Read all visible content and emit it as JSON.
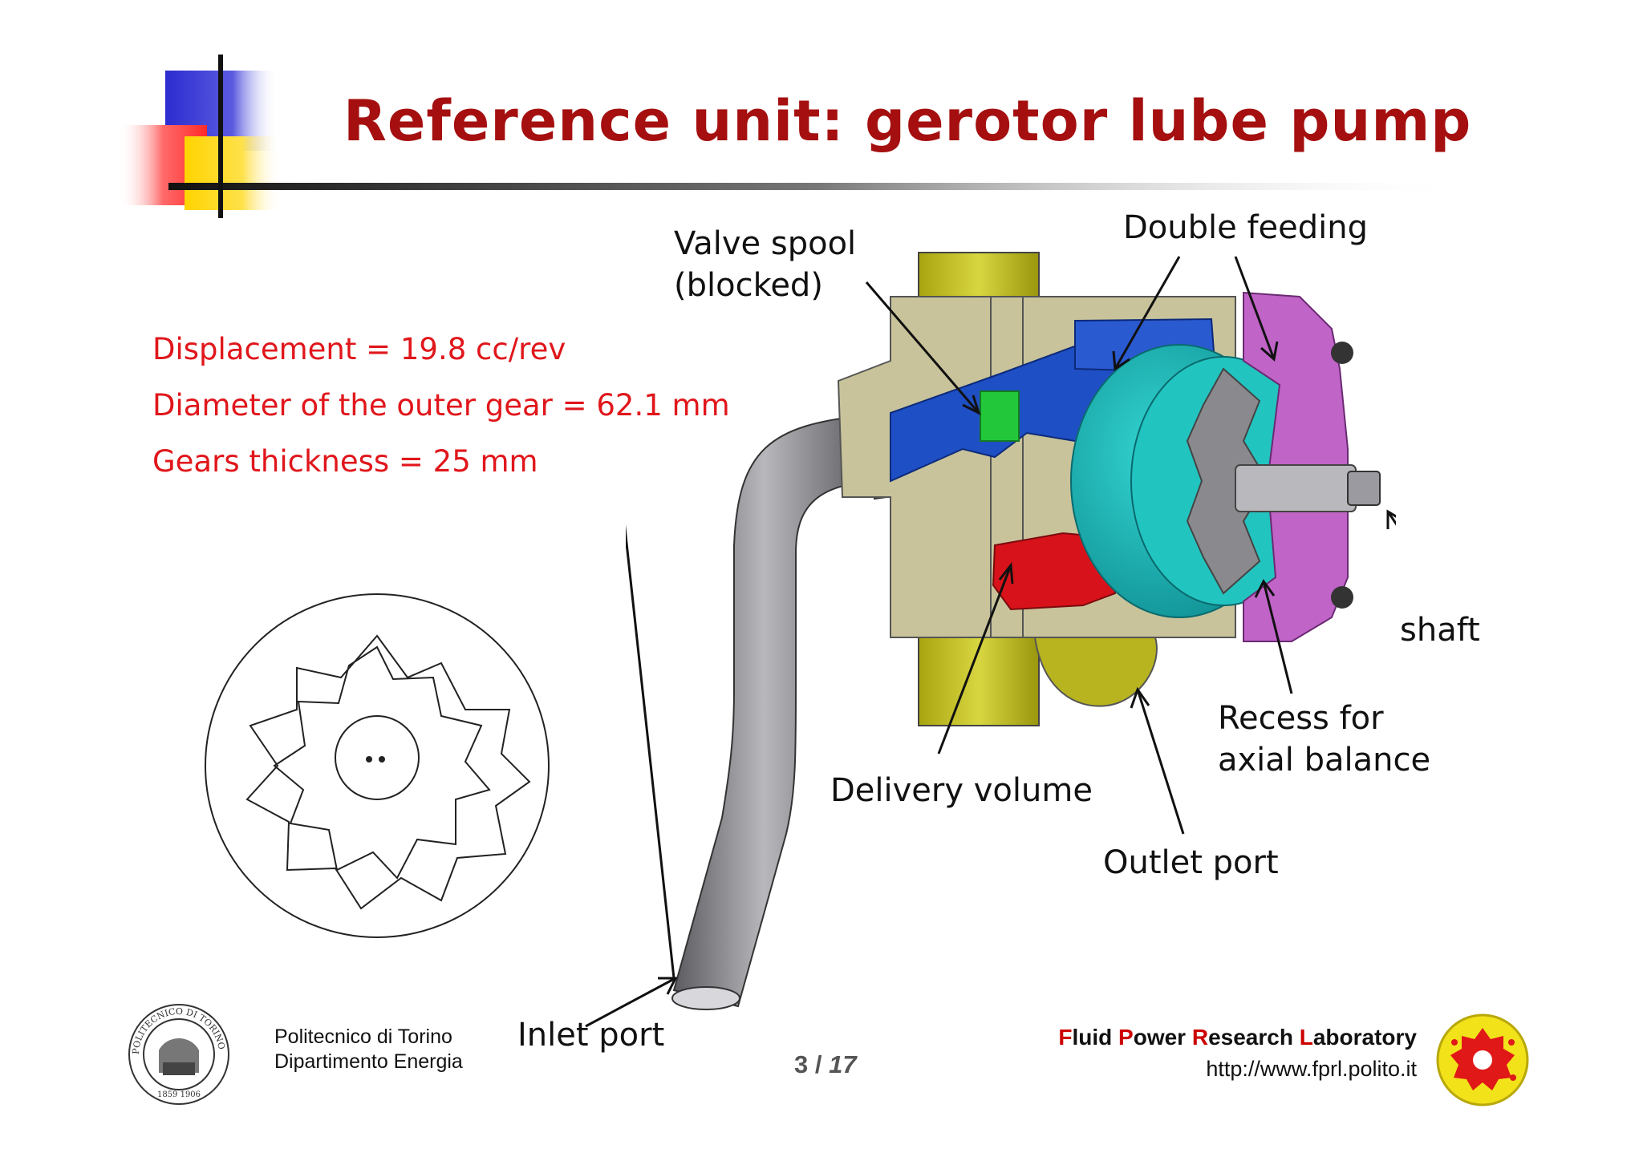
{
  "slide": {
    "title": "Reference unit: gerotor lube pump",
    "specs": [
      "Displacement = 19.8 cc/rev",
      "Diameter of the outer gear = 62.1 mm",
      "Gears thickness = 25 mm"
    ]
  },
  "labels": {
    "valve_spool_1": "Valve spool",
    "valve_spool_2": "(blocked)",
    "double_feeding": "Double feeding",
    "shaft": "shaft",
    "recess_1": "Recess for",
    "recess_2": "axial balance",
    "delivery_volume": "Delivery volume",
    "outlet_port": "Outlet port",
    "inlet_port": "Inlet port"
  },
  "footer": {
    "institution_1": "Politecnico di Torino",
    "institution_2": "Dipartimento Energia",
    "page_current": "3",
    "page_sep": " / ",
    "page_total": "17",
    "lab_caps": [
      "F",
      "P",
      "R",
      "L"
    ],
    "lab_rest": [
      "luid ",
      "ower ",
      "esearch ",
      "aboratory"
    ],
    "lab_url": "http://www.fprl.polito.it",
    "seal_text": "POLITECNICO DI TORINO",
    "seal_years": "1859 1906"
  },
  "colors": {
    "title": "#a50f0f",
    "specs": "#e0161b",
    "housing": "#c8c39a",
    "channel_blue": "#1f4fc4",
    "rotor_teal": "#1bb8b8",
    "cover_purple": "#c064c8",
    "delivery_red": "#d8121a",
    "spool_green": "#22c83a",
    "tube_yellow": "#c4c222",
    "pipe_gray": "#7a7a7e",
    "logo_yellow": "#f2e21a"
  }
}
